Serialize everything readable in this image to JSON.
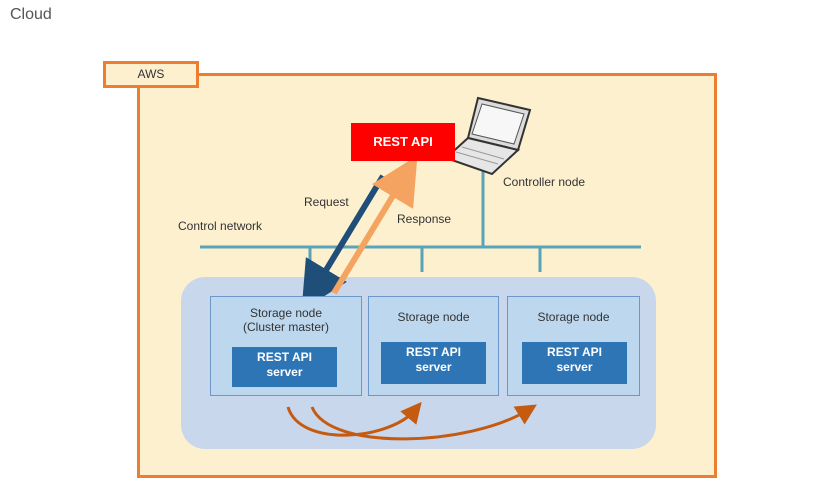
{
  "page": {
    "title": "Cloud"
  },
  "diagram": {
    "aws_label": "AWS",
    "rest_api_label": "REST API",
    "controller_node_label": "Controller node",
    "control_network_label": "Control network",
    "request_label": "Request",
    "response_label": "Response",
    "nodes": [
      {
        "title_line1": "Storage node",
        "title_line2": "(Cluster master)",
        "server_line1": "REST API",
        "server_line2": "server"
      },
      {
        "title_line1": "Storage node",
        "server_line1": "REST API",
        "server_line2": "server"
      },
      {
        "title_line1": "Storage node",
        "server_line1": "REST API",
        "server_line2": "server"
      }
    ],
    "colors": {
      "aws_border": "#ed7d31",
      "aws_fill": "#fdf0cf",
      "cluster_fill": "#c8d7ec",
      "node_fill": "#bdd7ee",
      "server_fill": "#2e75b6",
      "rest_api_fill": "#ff0000",
      "network_line": "#5ba3b8",
      "request_arrow": "#1f4e79",
      "response_arrow": "#f4a460",
      "replication_arrow": "#c55a11"
    },
    "icons": [
      "laptop-icon"
    ]
  }
}
